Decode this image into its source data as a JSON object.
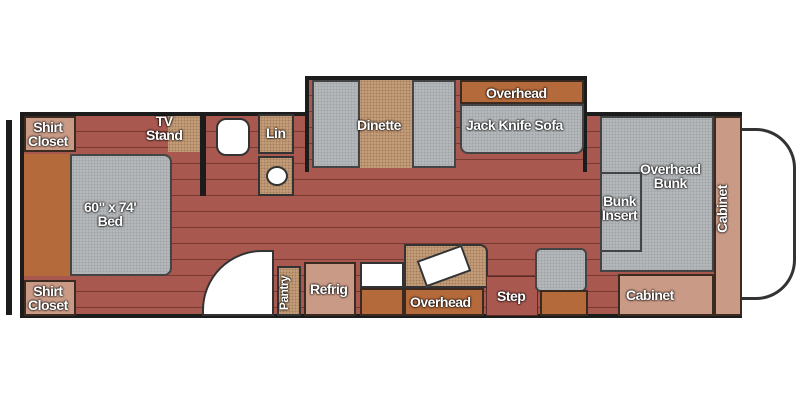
{
  "floorplan": {
    "labels": {
      "shirt_closet_top": "Shirt\nCloset",
      "shirt_closet_bottom": "Shirt\nCloset",
      "tv_stand": "TV\nStand",
      "bed": "60\" x 74'\nBed",
      "lin": "Lin",
      "dinette": "Dinette",
      "overhead_top": "Overhead",
      "jack_knife_sofa": "Jack Knife Sofa",
      "overhead_bunk": "Overhead\nBunk",
      "bunk_insert": "Bunk\nInsert",
      "cabinet_front": "Cabinet",
      "cabinet_bottom": "Cabinet",
      "pantry": "Pantry",
      "refrig": "Refrig",
      "overhead_kitchen": "Overhead",
      "step": "Step"
    }
  }
}
